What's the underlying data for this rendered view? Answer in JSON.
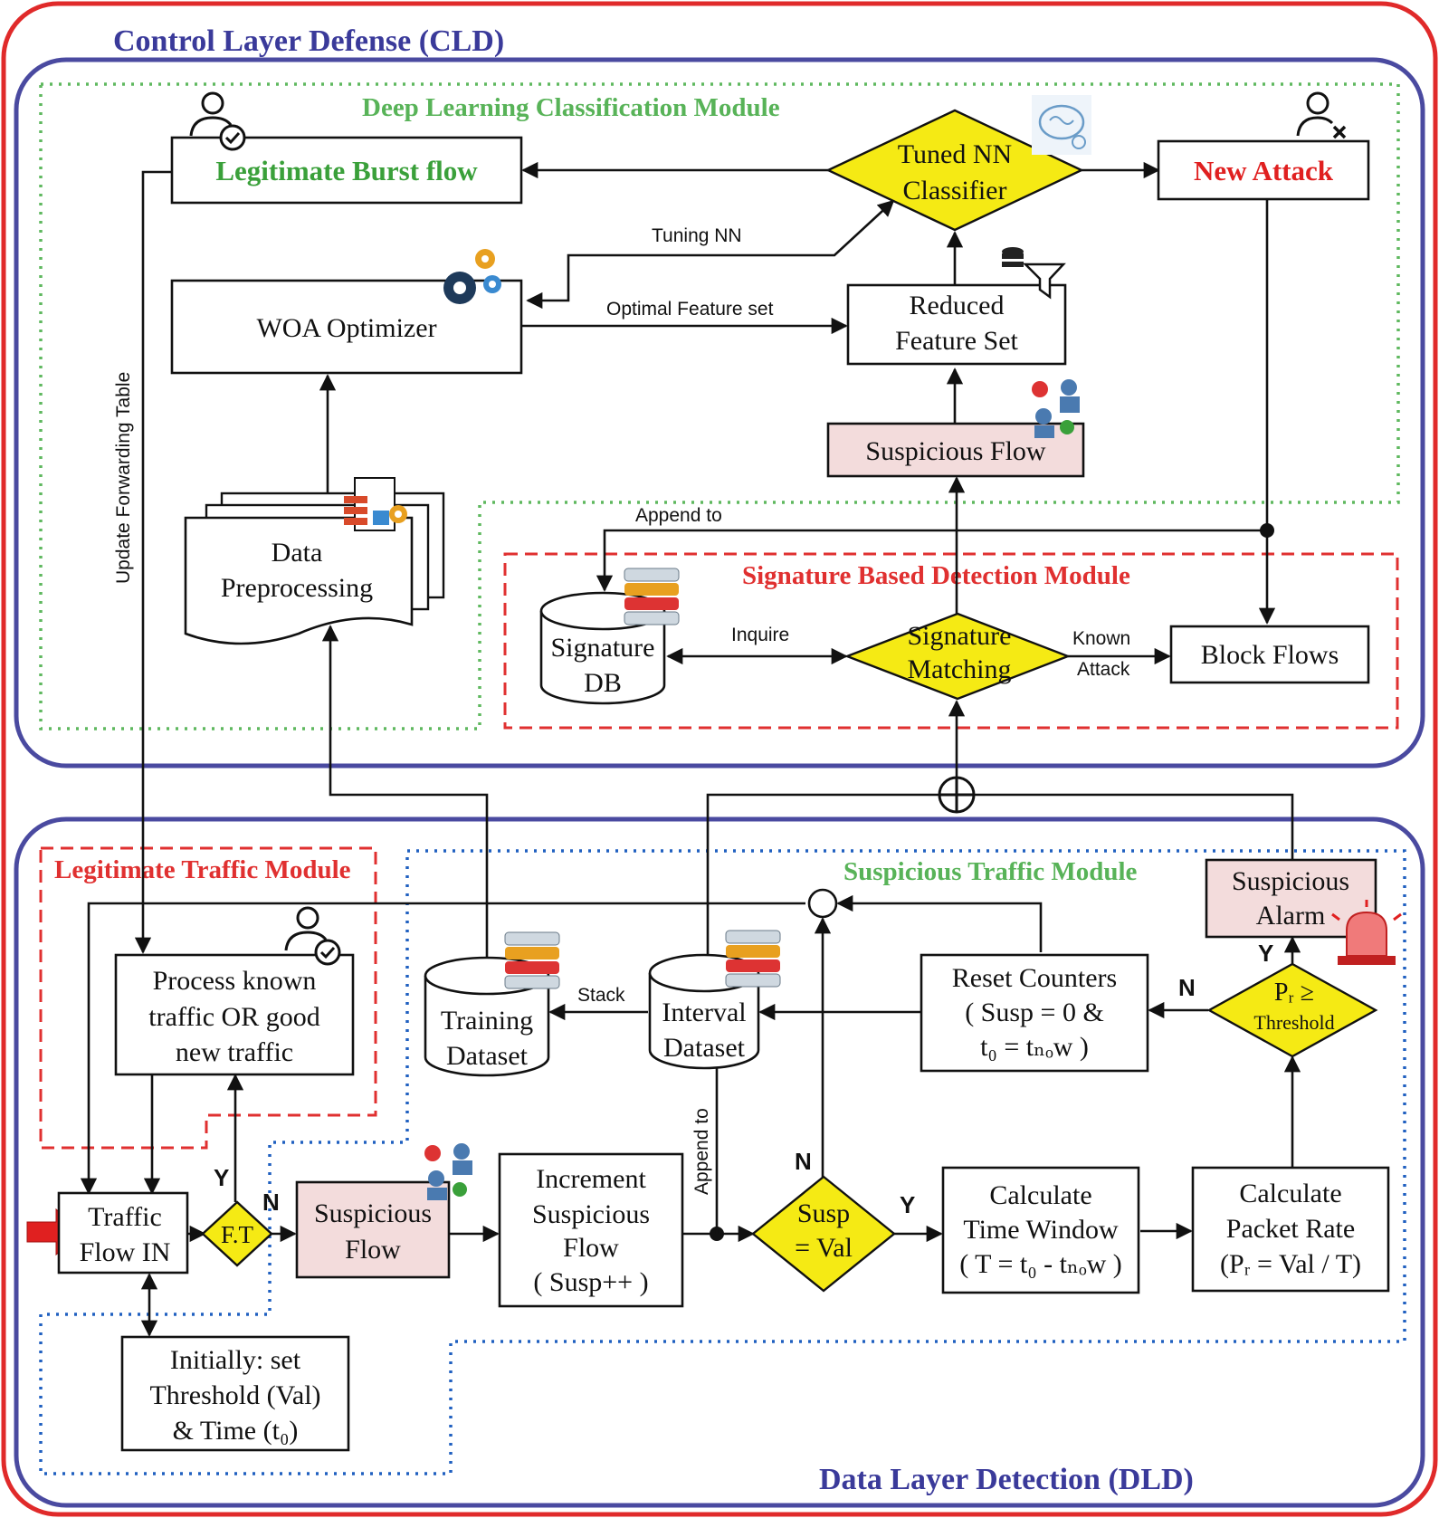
{
  "titles": {
    "cld": "Control Layer Defense (CLD)",
    "dld": "Data Layer Detection (DLD)",
    "dl_module": "Deep Learning Classification Module",
    "sig_module": "Signature Based Detection Module",
    "legit_module": "Legitimate Traffic Module",
    "susp_module": "Suspicious Traffic Module"
  },
  "nodes": {
    "legit_burst": "Legitimate Burst flow",
    "tuned_nn": [
      "Tuned NN",
      "Classifier"
    ],
    "new_attack": "New Attack",
    "woa": "WOA Optimizer",
    "reduced": [
      "Reduced",
      "Feature Set"
    ],
    "susp_flow_top": "Suspicious Flow",
    "data_pre": [
      "Data",
      "Preprocessing"
    ],
    "sig_db": [
      "Signature",
      "DB"
    ],
    "sig_match": [
      "Signature",
      "Matching"
    ],
    "block": "Block Flows",
    "process_known": [
      "Process known",
      "traffic OR good",
      "new traffic"
    ],
    "training": [
      "Training",
      "Dataset"
    ],
    "interval": [
      "Interval",
      "Dataset"
    ],
    "reset": [
      "Reset Counters",
      "( Susp = 0 &",
      "t₀ = tₙₒw )"
    ],
    "susp_alarm": [
      "Suspicious",
      "Alarm"
    ],
    "pr_thresh": [
      "Pᵣ ≥",
      "Threshold"
    ],
    "traffic_in": [
      "Traffic",
      "Flow IN"
    ],
    "ft": "F.T",
    "susp_flow_bot": [
      "Suspicious",
      "Flow"
    ],
    "increment": [
      "Increment",
      "Suspicious",
      "Flow",
      "( Susp++ )"
    ],
    "susp_val": [
      "Susp",
      "= Val"
    ],
    "calc_time": [
      "Calculate",
      "Time Window",
      "( T = t₀ - tₙₒw )"
    ],
    "calc_rate": [
      "Calculate",
      "Packet Rate",
      "(Pᵣ =  Val / T)"
    ],
    "initially": [
      "Initially: set",
      "Threshold (Val)",
      "& Time (t₀)"
    ]
  },
  "edges": {
    "tuning_nn": "Tuning NN",
    "optimal": "Optimal Feature set",
    "append_to": "Append to",
    "inquire": "Inquire",
    "known_attack": [
      "Known",
      "Attack"
    ],
    "update_fwd": "Update Forwarding Table",
    "stack": "Stack",
    "append_to_2": "Append to",
    "yes": "Y",
    "no": "N"
  },
  "colors": {
    "outer_red": "#e02a2a",
    "layer_blue": "#4a4aa0",
    "dotted_green": "#5fb85f",
    "dashed_red": "#e03030",
    "dotted_blue": "#2060c0",
    "diamond_yellow": "#f5ea14",
    "pink_fill": "#f3dcdc"
  }
}
